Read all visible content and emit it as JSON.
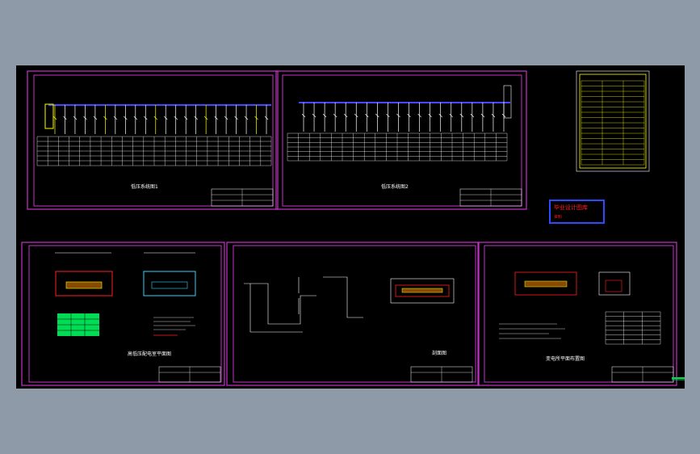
{
  "sheets": {
    "top_left_title": "低压系统图1",
    "top_mid_title": "低压系统图2",
    "bottom_left_title": "高低压配电室平面图",
    "bottom_mid_title": "剖面图",
    "bottom_right_title": "变电所平面布置图"
  },
  "stamp": {
    "line1": "毕业设计图库",
    "line2": "资料"
  },
  "colors": {
    "background": "#8e9aa8",
    "drawing_bg": "#000000",
    "frame": "#c832c8",
    "line": "#ffffff",
    "busbar": "#4646ff",
    "accent_yellow": "#ffff00",
    "accent_red": "#ff2020",
    "accent_green": "#00dd55",
    "accent_cyan": "#32d2ff"
  }
}
